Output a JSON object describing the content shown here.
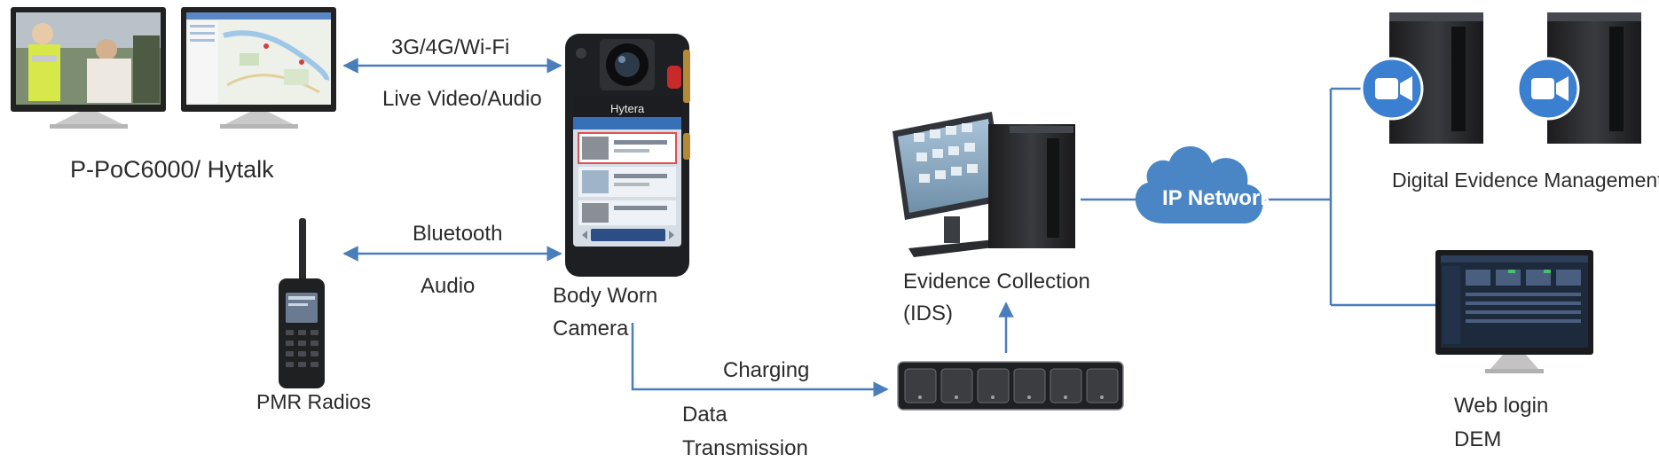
{
  "labels": {
    "network_3g": "3G/4G/Wi-Fi",
    "live_video": "Live Video/Audio",
    "ppoc": "P-PoC6000/ Hytalk",
    "bluetooth": "Bluetooth",
    "audio": "Audio",
    "pmr": "PMR Radios",
    "bwc_line1": "Body Worn",
    "bwc_line2": "Camera",
    "charging": "Charging",
    "data_line1": "Data",
    "data_line2": "Transmission",
    "evidence_line1": "Evidence Collection",
    "evidence_line2": "(IDS)",
    "ip_network": "IP Network",
    "dem": "Digital Evidence Management",
    "web_line1": "Web login",
    "web_line2": "DEM"
  },
  "camera": {
    "brand": "Hytera"
  },
  "colors": {
    "connector": "#4a7ebb",
    "cloud": "#4a86c5",
    "video_badge": "#3b7fd0"
  },
  "icons": {
    "cloud": "cloud-icon",
    "video": "video-camera-icon"
  }
}
